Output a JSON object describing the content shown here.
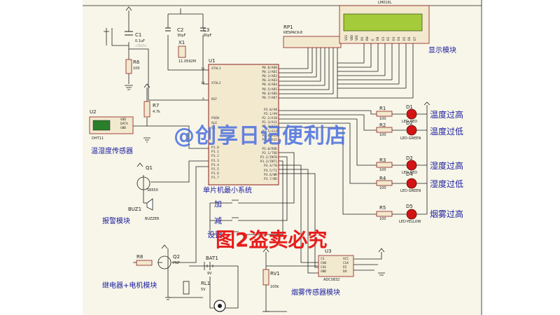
{
  "watermarks": {
    "shop": "@创享日记便利店",
    "copyright": "图2盗卖必究"
  },
  "labels": {
    "lcd_model": "LM016L",
    "rp1_name": "RP1",
    "rp1_model": "RESPACK-8",
    "u1_name": "U1",
    "c1": "C1",
    "c1_val": "0.1uF",
    "c2": "C2",
    "c2_val": "30pF",
    "c3": "C3",
    "c3_val": "30pF",
    "x1": "X1",
    "x1_val": "11.0592M",
    "r6": "R6",
    "r6_val": "100",
    "r7": "R7",
    "r7_val": "4.7k",
    "u2": "U2",
    "u2_model": "DHT11",
    "q1": "Q1",
    "q1_model": "S8550",
    "buz1": "BUZ1",
    "buz1_model": "BUZZER",
    "r8": "R8",
    "q2": "Q2",
    "q2_model": "PNP",
    "bat1": "BAT1",
    "bat1_val": "9V",
    "rl1": "RL1",
    "rl1_val": "5V",
    "rv1": "RV1",
    "rv1_val": "100k",
    "u3": "U3",
    "u3_model": "ADC0832",
    "r1": "R1",
    "r2": "R2",
    "r3": "R3",
    "r4": "R4",
    "r5": "R5",
    "res100": "100",
    "d1": "D1",
    "d2": "D2",
    "d3": "D3",
    "d4": "D4",
    "d5": "D5",
    "led_red": "LED-RED",
    "led_green": "LED-GREEN",
    "led_yellow": "LED-YELLOW",
    "text_tag": "<TEXT>",
    "u2_vdd": "VDD",
    "u2_data": "DATA",
    "u2_gnd": "GND",
    "u3_cs": "CS",
    "u3_ch0": "CH0",
    "u3_ch1": "CH1",
    "u3_gnd": "GND",
    "u3_vcc": "VCC",
    "u3_clk": "CLK",
    "u3_di": "DI",
    "u3_do": "DO",
    "xtal1": "XTAL1",
    "xtal2": "XTAL2",
    "rst": "RST",
    "psen": "PSEN",
    "ale": "ALE",
    "ea": "EA",
    "p10": "P1.0",
    "p11": "P1.1",
    "p12": "P1.2",
    "p13": "P1.3",
    "p14": "P1.4",
    "p15": "P1.5",
    "p16": "P1.6",
    "p17": "P1.7",
    "p00": "P0.0/AD0",
    "p01": "P0.1/AD1",
    "p02": "P0.2/AD2",
    "p03": "P0.3/AD3",
    "p04": "P0.4/AD4",
    "p05": "P0.5/AD5",
    "p06": "P0.6/AD6",
    "p07": "P0.7/AD7",
    "p20": "P2.0/A8",
    "p21": "P2.1/A9",
    "p22": "P2.2/A10",
    "p23": "P2.3/A11",
    "p24": "P2.4/A12",
    "p25": "P2.5/A13",
    "p26": "P2.6/A14",
    "p27": "P2.7/A15",
    "p30": "P3.0/RXD",
    "p31": "P3.1/TXD",
    "p32": "P3.2/INT0",
    "p33": "P3.3/INT1",
    "p34": "P3.4/T0",
    "p35": "P3.5/T1",
    "p36": "P3.6/WR",
    "p37": "P3.7/RD",
    "pin19": "19",
    "pin18": "18",
    "pin9": "9",
    "pin1": "1",
    "pin2": "2",
    "lcd_pins": [
      "VSS",
      "VDD",
      "VEE",
      "RS",
      "RW",
      "E",
      "D0",
      "D1",
      "D2",
      "D3",
      "D4",
      "D5",
      "D6",
      "D7"
    ]
  },
  "modules": {
    "display": "显示模块",
    "temp_humi_sensor": "温湿度传感器",
    "alarm": "报警模块",
    "relay_motor": "继电器+电机模块",
    "mcu_system": "单片机最小系统",
    "smoke_sensor": "烟雾传感器模块"
  },
  "led_status": {
    "d1": "温度过高",
    "d2": "温度过低",
    "d3": "湿度过高",
    "d4": "湿度过低",
    "d5": "烟雾过高"
  },
  "buttons": {
    "plus": "加",
    "minus": "减",
    "set": "设置"
  },
  "colors": {
    "sheet": "#f7f6e8",
    "wire": "#1e1e1e",
    "component_outline": "#8b1a1a",
    "component_fill": "#f3e9cf",
    "lcd_green": "#a4cc3a",
    "led_red": "#d41414",
    "module_text": "#1a1aa0",
    "watermark_blue": "#4a6fe0",
    "watermark_red": "#e81c1c"
  }
}
